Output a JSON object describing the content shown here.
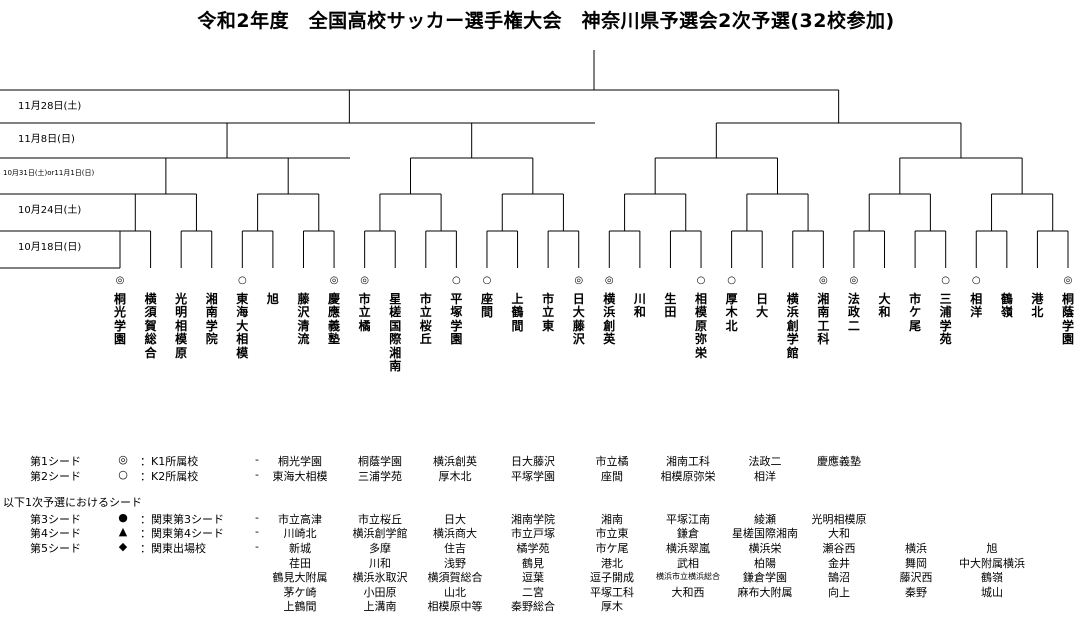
{
  "title": "令和2年度　全国高校サッカー選手権大会　神奈川県予選会2次予選(32校参加)",
  "rounds": [
    "11月28日(土)",
    "11月8日(日)",
    "10月31日(土)or11月1日(日)",
    "10月24日(土)",
    "10月18日(日)"
  ],
  "teams": [
    {
      "name": "桐光学園",
      "mark": "◎"
    },
    {
      "name": "横須賀総合",
      "mark": ""
    },
    {
      "name": "光明相模原",
      "mark": ""
    },
    {
      "name": "湘南学院",
      "mark": ""
    },
    {
      "name": "東海大相模",
      "mark": "○"
    },
    {
      "name": "旭",
      "mark": ""
    },
    {
      "name": "藤沢清流",
      "mark": ""
    },
    {
      "name": "慶應義塾",
      "mark": "◎"
    },
    {
      "name": "市立橘",
      "mark": "◎"
    },
    {
      "name": "星槎国際湘南",
      "mark": ""
    },
    {
      "name": "市立桜丘",
      "mark": ""
    },
    {
      "name": "平塚学園",
      "mark": "○"
    },
    {
      "name": "座間",
      "mark": "○"
    },
    {
      "name": "上鶴間",
      "mark": ""
    },
    {
      "name": "市立東",
      "mark": ""
    },
    {
      "name": "日大藤沢",
      "mark": "◎"
    },
    {
      "name": "横浜創英",
      "mark": "◎"
    },
    {
      "name": "川和",
      "mark": ""
    },
    {
      "name": "生田",
      "mark": ""
    },
    {
      "name": "相模原弥栄",
      "mark": "○"
    },
    {
      "name": "厚木北",
      "mark": "○"
    },
    {
      "name": "日大",
      "mark": ""
    },
    {
      "name": "横浜創学館",
      "mark": ""
    },
    {
      "name": "湘南工科",
      "mark": "◎"
    },
    {
      "name": "法政二",
      "mark": "◎"
    },
    {
      "name": "大和",
      "mark": ""
    },
    {
      "name": "市ケ尾",
      "mark": ""
    },
    {
      "name": "三浦学苑",
      "mark": "○"
    },
    {
      "name": "相洋",
      "mark": "○"
    },
    {
      "name": "鶴嶺",
      "mark": ""
    },
    {
      "name": "港北",
      "mark": ""
    },
    {
      "name": "桐蔭学園",
      "mark": "◎"
    }
  ],
  "legend": {
    "seed1_label": "第1シード",
    "seed1_sym": "◎",
    "seed1_desc": "：K1所属校",
    "seed2_label": "第2シード",
    "seed2_sym": "○",
    "seed2_desc": "：K2所属校",
    "primary_heading": "以下1次予選におけるシード",
    "seed3_label": "第3シード",
    "seed3_sym": "●",
    "seed3_desc": "：関東第3シード",
    "seed4_label": "第4シード",
    "seed4_sym": "▲",
    "seed4_desc": "：関東第4シード",
    "seed5_label": "第5シード",
    "seed5_sym": "◆",
    "seed5_desc": "：関東出場校",
    "dash": "-"
  },
  "seed_lists": {
    "seed1": [
      "桐光学園",
      "桐蔭学園",
      "横浜創英",
      "日大藤沢",
      "市立橘",
      "湘南工科",
      "法政二",
      "慶應義塾"
    ],
    "seed2": [
      "東海大相模",
      "三浦学苑",
      "厚木北",
      "平塚学園",
      "座間",
      "相模原弥栄",
      "相洋"
    ],
    "seed3": [
      "市立高津",
      "市立桜丘",
      "日大",
      "湘南学院",
      "湘南",
      "平塚江南",
      "綾瀬",
      "光明相模原"
    ],
    "seed4": [
      "川崎北",
      "横浜創学館",
      "横浜商大",
      "市立戸塚",
      "市立東",
      "鎌倉",
      "星槎国際湘南",
      "大和"
    ],
    "seed5_rows": [
      [
        "新城",
        "多摩",
        "住吉",
        "橘学苑",
        "市ケ尾",
        "横浜翠嵐",
        "横浜栄",
        "瀬谷西",
        "横浜",
        "旭"
      ],
      [
        "荏田",
        "川和",
        "浅野",
        "鶴見",
        "港北",
        "武相",
        "柏陽",
        "金井",
        "舞岡",
        "中大附属横浜"
      ],
      [
        "鶴見大附属",
        "横浜氷取沢",
        "横須賀総合",
        "逗葉",
        "逗子開成",
        "横浜市立横浜総合",
        "鎌倉学園",
        "鵠沼",
        "藤沢西",
        "鶴嶺"
      ],
      [
        "茅ケ崎",
        "小田原",
        "山北",
        "二宮",
        "平塚工科",
        "大和西",
        "麻布大附属",
        "向上",
        "秦野",
        "城山"
      ],
      [
        "上鶴間",
        "上溝南",
        "相模原中等",
        "秦野総合",
        "厚木",
        "",
        "",
        "",
        "",
        ""
      ]
    ]
  }
}
